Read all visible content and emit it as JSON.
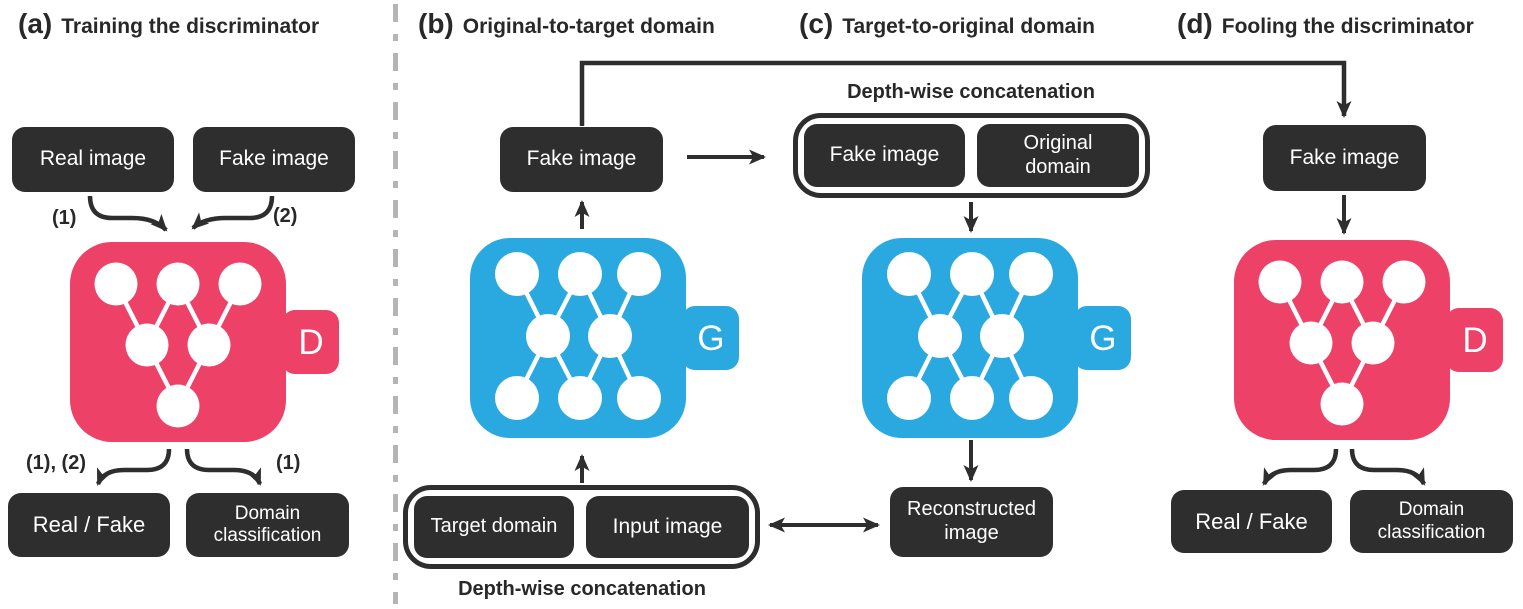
{
  "colors": {
    "dark": "#2e2e2e",
    "pink": "#ed4167",
    "blue": "#29a9e0",
    "divider": "#b5b5b5"
  },
  "panels": {
    "a": {
      "tag": "(a)",
      "title": "Training the discriminator",
      "boxes": {
        "real_image": "Real image",
        "fake_image": "Fake image",
        "real_fake": "Real / Fake",
        "domain_classification": "Domain classification"
      },
      "arrow_labels": {
        "real_in": "(1)",
        "fake_in": "(2)",
        "out_left": "(1), (2)",
        "out_right": "(1)"
      },
      "network": {
        "letter": "D"
      }
    },
    "b": {
      "tag": "(b)",
      "title": "Original-to-target domain",
      "boxes": {
        "fake_image": "Fake image",
        "target_domain": "Target domain",
        "input_image": "Input image"
      },
      "concat_label": "Depth-wise concatenation",
      "network": {
        "letter": "G"
      }
    },
    "c": {
      "tag": "(c)",
      "title": "Target-to-original domain",
      "boxes": {
        "fake_image": "Fake image",
        "original_domain": "Original domain",
        "reconstructed_image": "Reconstructed image"
      },
      "concat_label": "Depth-wise concatenation",
      "network": {
        "letter": "G"
      }
    },
    "d": {
      "tag": "(d)",
      "title": "Fooling the discriminator",
      "boxes": {
        "fake_image": "Fake image",
        "real_fake": "Real / Fake",
        "domain_classification": "Domain classification"
      },
      "network": {
        "letter": "D"
      }
    }
  }
}
